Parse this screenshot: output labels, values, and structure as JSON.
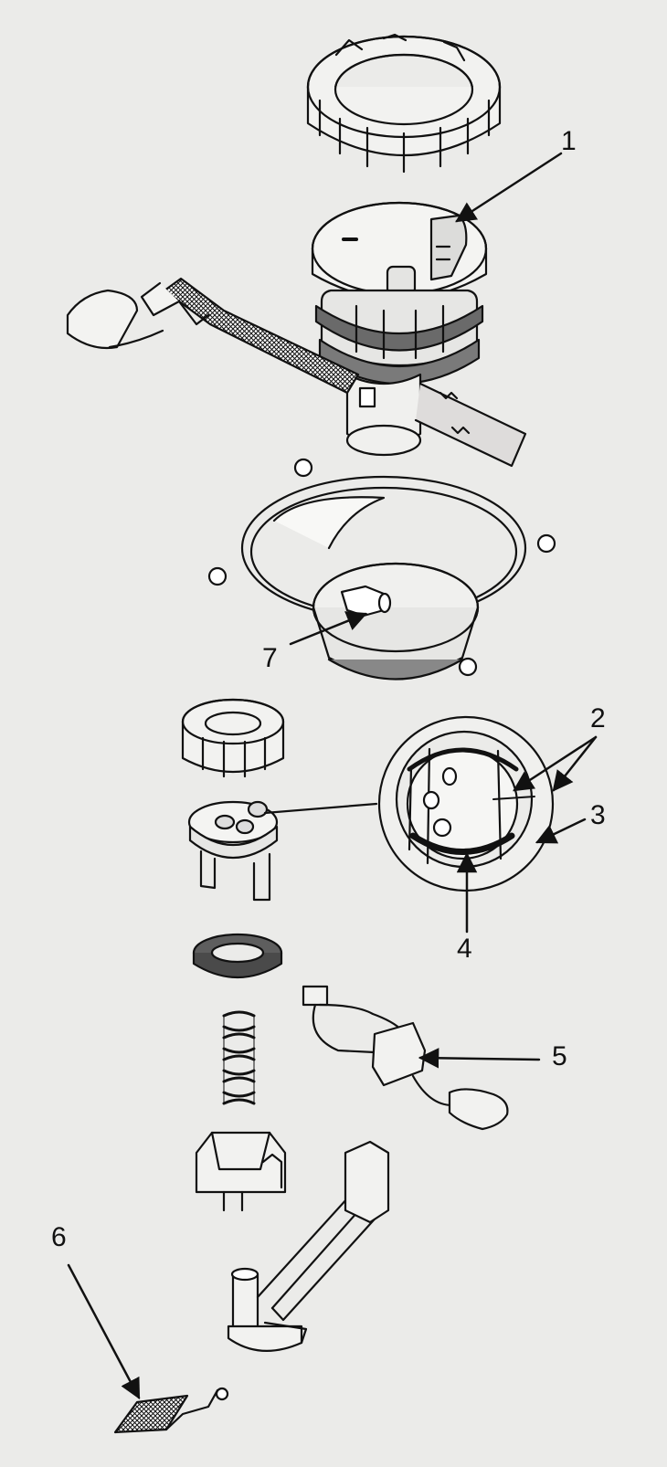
{
  "diagram": {
    "callouts": [
      {
        "id": "1",
        "text": "1"
      },
      {
        "id": "2",
        "text": "2"
      },
      {
        "id": "3",
        "text": "3"
      },
      {
        "id": "4",
        "text": "4"
      },
      {
        "id": "5",
        "text": "5"
      },
      {
        "id": "6",
        "text": "6"
      },
      {
        "id": "7",
        "text": "7"
      }
    ],
    "colors": {
      "ink": "#111111",
      "paper": "#ebebe9",
      "shade": "#6a6a6a"
    }
  }
}
